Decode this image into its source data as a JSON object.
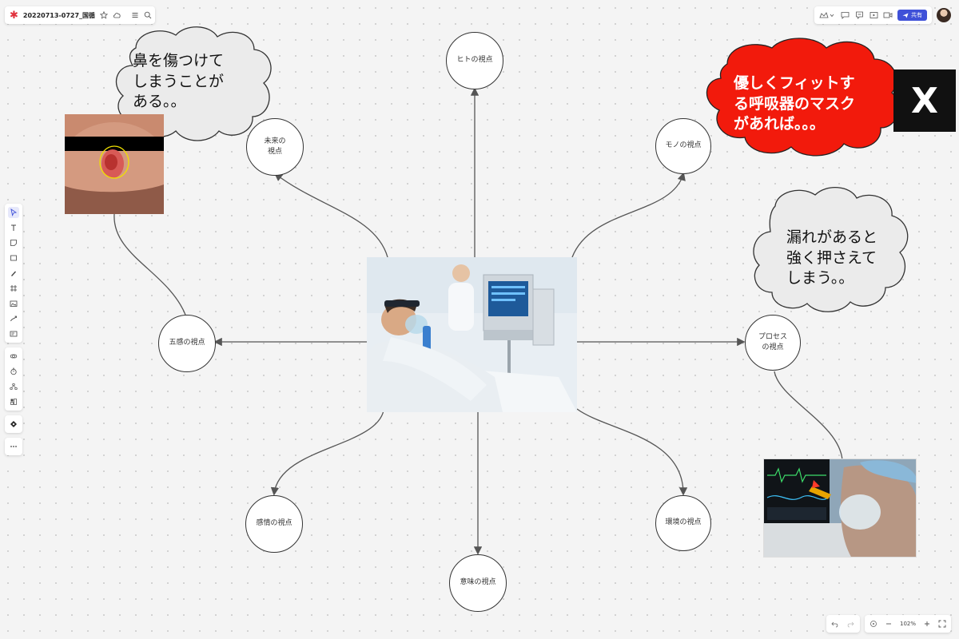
{
  "app": {
    "file_name": "20220713-0727_国循",
    "logo_glyph": "✱",
    "share_label": "共有",
    "accent_color": "#3f51d8",
    "brand_color": "#e0303c"
  },
  "toolbar_icons": [
    "select-icon",
    "text-icon",
    "sticky-note-icon",
    "rectangle-icon",
    "pen-icon",
    "frame-icon",
    "image-icon",
    "connector-icon",
    "comment-icon",
    "link-icon",
    "timer-icon",
    "mindmap-icon",
    "grid-icon",
    "diamond-icon",
    "more-icon"
  ],
  "zoom": {
    "level": "102%"
  },
  "nodes": {
    "hito": "ヒトの視点",
    "mirai": "未来の\n視点",
    "mono": "モノの視点",
    "goukan": "五感の視点",
    "process": "プロセス\nの視点",
    "kanjou": "感情の視点",
    "kankyou": "環境の視点",
    "imi": "意味の視点"
  },
  "bubbles": {
    "nose": "鼻を傷つけて\nしまうことが\nある。。",
    "fit": "優しくフィットす\nる呼吸器のマスク\nがあれば。。。",
    "leak": "漏れがあると\n強く押さえて\nしまう。。"
  },
  "x_mark": "X",
  "colors": {
    "cloud_gray": "#ebebeb",
    "cloud_red": "#f21a0c",
    "line": "#555555"
  }
}
